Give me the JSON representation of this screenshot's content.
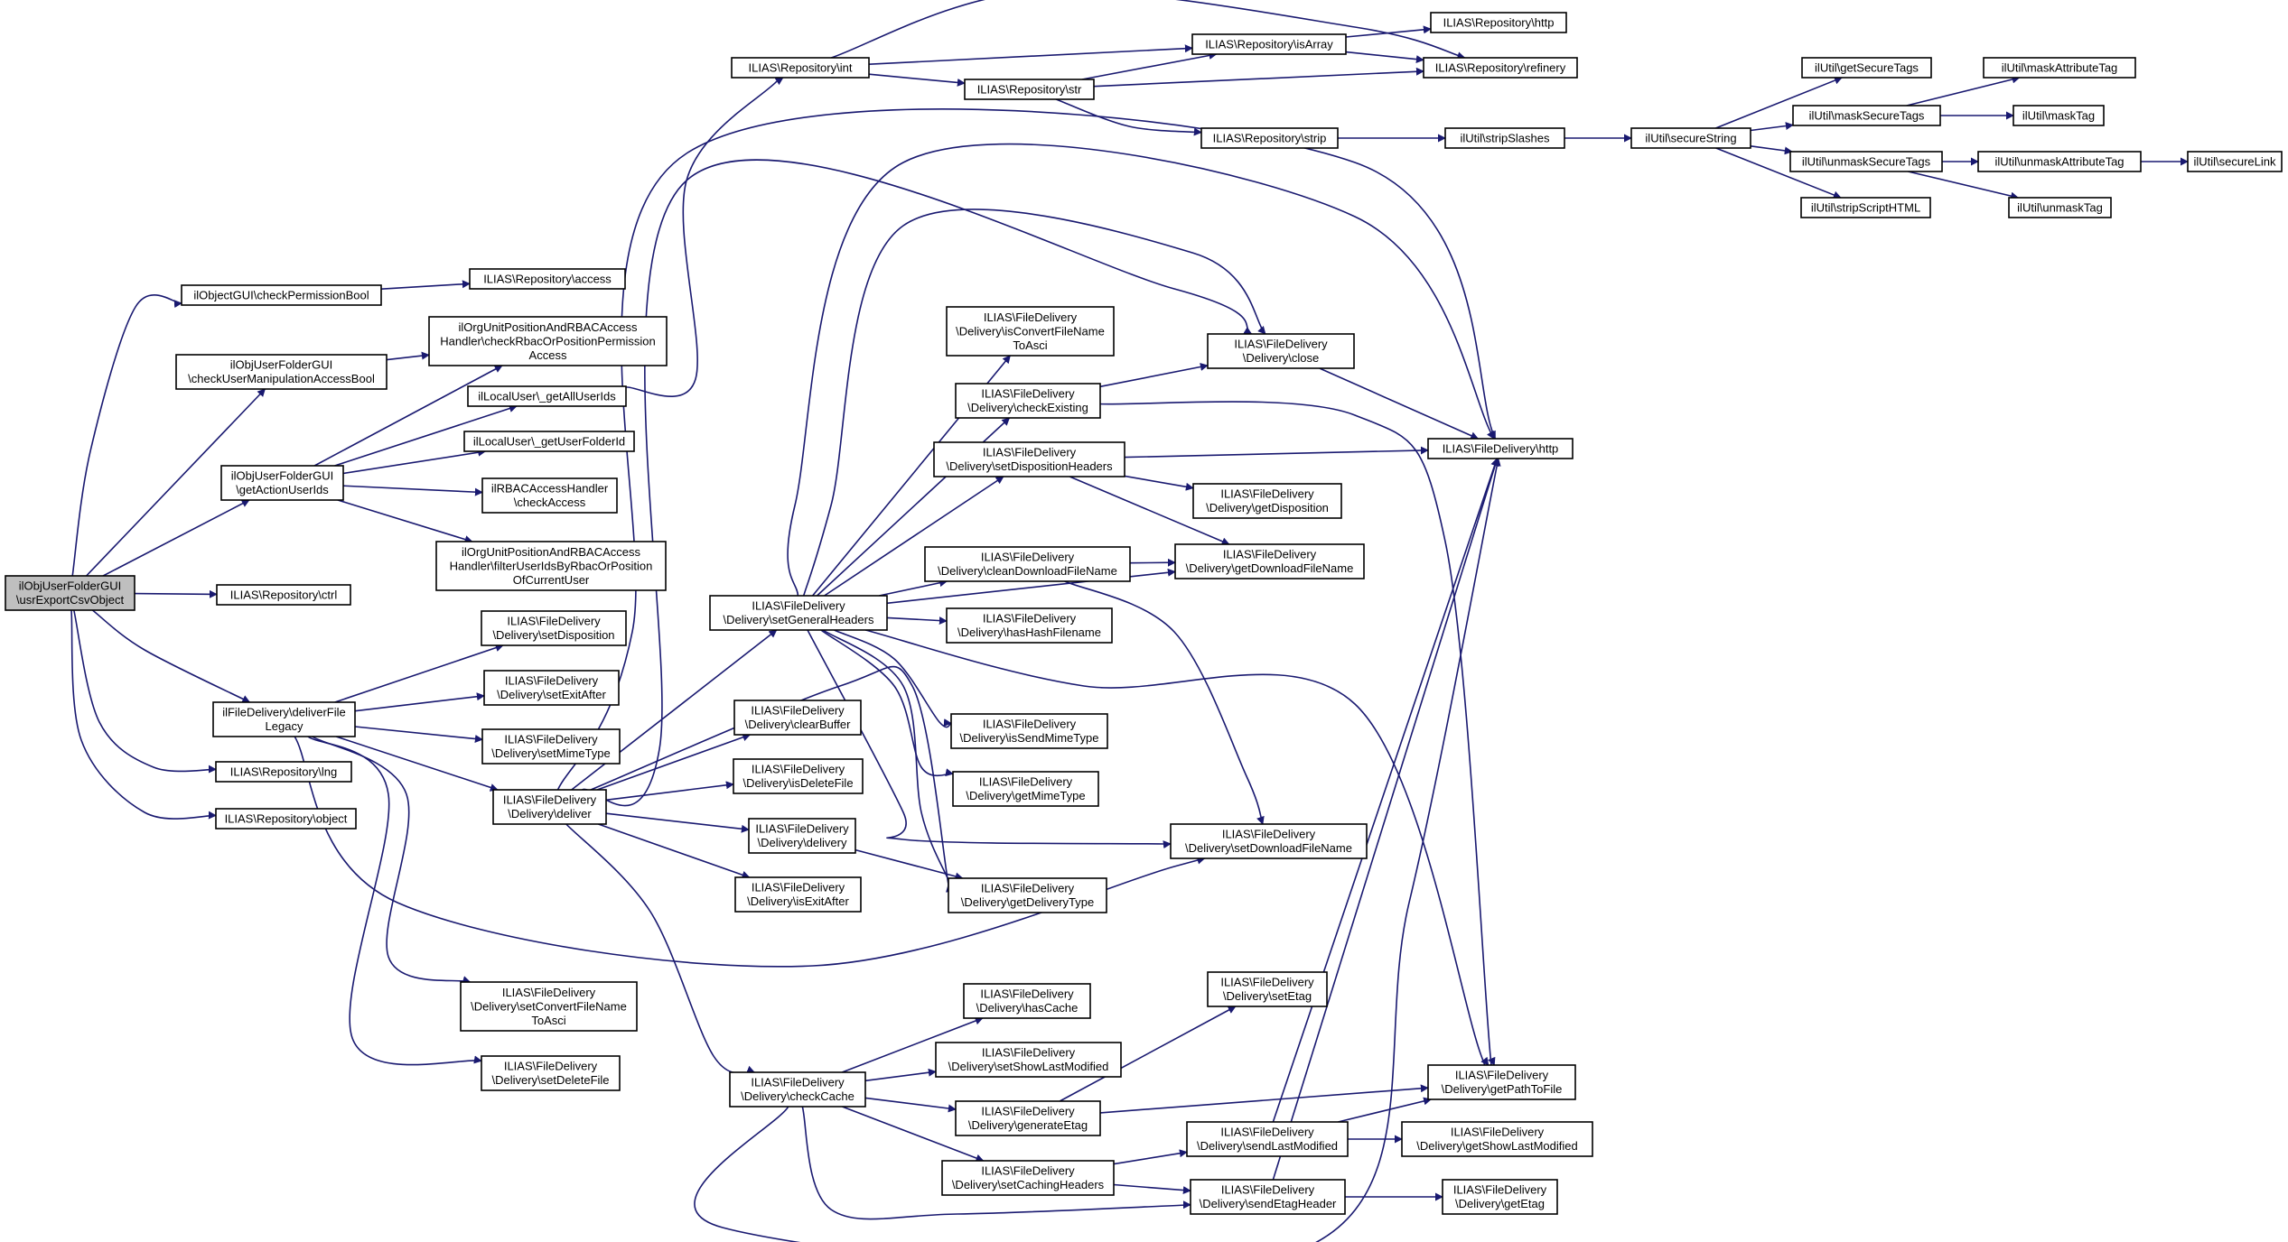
{
  "graph": {
    "colors": {
      "edge": "#191970",
      "node_fill": "#ffffff",
      "root_fill": "#bfbfbf",
      "border": "#000000"
    },
    "nodes": [
      {
        "id": "root",
        "lines": [
          "ilObjUserFolderGUI",
          "\\usrExportCsvObject"
        ],
        "root": true
      },
      {
        "id": "checkPermissionBool",
        "lines": [
          "ilObjectGUI\\checkPermissionBool"
        ]
      },
      {
        "id": "checkUserManipulation",
        "lines": [
          "ilObjUserFolderGUI",
          "\\checkUserManipulationAccessBool"
        ]
      },
      {
        "id": "getActionUserIds",
        "lines": [
          "ilObjUserFolderGUI",
          "\\getActionUserIds"
        ]
      },
      {
        "id": "repoCtrl",
        "lines": [
          "ILIAS\\Repository\\ctrl"
        ]
      },
      {
        "id": "deliverFileLegacy",
        "lines": [
          "ilFileDelivery\\deliverFile",
          "Legacy"
        ]
      },
      {
        "id": "repoLng",
        "lines": [
          "ILIAS\\Repository\\lng"
        ]
      },
      {
        "id": "repoObject",
        "lines": [
          "ILIAS\\Repository\\object"
        ]
      },
      {
        "id": "repoAccess",
        "lines": [
          "ILIAS\\Repository\\access"
        ]
      },
      {
        "id": "checkRbacOrPos",
        "lines": [
          "ilOrgUnitPositionAndRBACAccess",
          "Handler\\checkRbacOrPositionPermission",
          "Access"
        ]
      },
      {
        "id": "getAllUserIds",
        "lines": [
          "ilLocalUser\\_getAllUserIds"
        ]
      },
      {
        "id": "getUserFolderId",
        "lines": [
          "ilLocalUser\\_getUserFolderId"
        ]
      },
      {
        "id": "rbacCheckAccess",
        "lines": [
          "ilRBACAccessHandler",
          "\\checkAccess"
        ]
      },
      {
        "id": "filterUserIds",
        "lines": [
          "ilOrgUnitPositionAndRBACAccess",
          "Handler\\filterUserIdsByRbacOrPosition",
          "OfCurrentUser"
        ]
      },
      {
        "id": "setDisposition",
        "lines": [
          "ILIAS\\FileDelivery",
          "\\Delivery\\setDisposition"
        ]
      },
      {
        "id": "setExitAfter",
        "lines": [
          "ILIAS\\FileDelivery",
          "\\Delivery\\setExitAfter"
        ]
      },
      {
        "id": "setMimeType",
        "lines": [
          "ILIAS\\FileDelivery",
          "\\Delivery\\setMimeType"
        ]
      },
      {
        "id": "deliver",
        "lines": [
          "ILIAS\\FileDelivery",
          "\\Delivery\\deliver"
        ]
      },
      {
        "id": "setConvertFileName",
        "lines": [
          "ILIAS\\FileDelivery",
          "\\Delivery\\setConvertFileName",
          "ToAsci"
        ]
      },
      {
        "id": "setDeleteFile",
        "lines": [
          "ILIAS\\FileDelivery",
          "\\Delivery\\setDeleteFile"
        ]
      },
      {
        "id": "repoInt",
        "lines": [
          "ILIAS\\Repository\\int"
        ]
      },
      {
        "id": "setGeneralHeaders",
        "lines": [
          "ILIAS\\FileDelivery",
          "\\Delivery\\setGeneralHeaders"
        ]
      },
      {
        "id": "clearBuffer",
        "lines": [
          "ILIAS\\FileDelivery",
          "\\Delivery\\clearBuffer"
        ]
      },
      {
        "id": "isDeleteFile",
        "lines": [
          "ILIAS\\FileDelivery",
          "\\Delivery\\isDeleteFile"
        ]
      },
      {
        "id": "delivery",
        "lines": [
          "ILIAS\\FileDelivery",
          "\\Delivery\\delivery"
        ]
      },
      {
        "id": "isExitAfter",
        "lines": [
          "ILIAS\\FileDelivery",
          "\\Delivery\\isExitAfter"
        ]
      },
      {
        "id": "checkCache",
        "lines": [
          "ILIAS\\FileDelivery",
          "\\Delivery\\checkCache"
        ]
      },
      {
        "id": "repoStr",
        "lines": [
          "ILIAS\\Repository\\str"
        ]
      },
      {
        "id": "isConvertFileName",
        "lines": [
          "ILIAS\\FileDelivery",
          "\\Delivery\\isConvertFileName",
          "ToAsci"
        ]
      },
      {
        "id": "checkExisting",
        "lines": [
          "ILIAS\\FileDelivery",
          "\\Delivery\\checkExisting"
        ]
      },
      {
        "id": "setDispositionHeaders",
        "lines": [
          "ILIAS\\FileDelivery",
          "\\Delivery\\setDispositionHeaders"
        ]
      },
      {
        "id": "cleanDownloadFileName",
        "lines": [
          "ILIAS\\FileDelivery",
          "\\Delivery\\cleanDownloadFileName"
        ]
      },
      {
        "id": "hasHashFilename",
        "lines": [
          "ILIAS\\FileDelivery",
          "\\Delivery\\hasHashFilename"
        ]
      },
      {
        "id": "isSendMimeType",
        "lines": [
          "ILIAS\\FileDelivery",
          "\\Delivery\\isSendMimeType"
        ]
      },
      {
        "id": "getMimeType",
        "lines": [
          "ILIAS\\FileDelivery",
          "\\Delivery\\getMimeType"
        ]
      },
      {
        "id": "getDeliveryType",
        "lines": [
          "ILIAS\\FileDelivery",
          "\\Delivery\\getDeliveryType"
        ]
      },
      {
        "id": "hasCache",
        "lines": [
          "ILIAS\\FileDelivery",
          "\\Delivery\\hasCache"
        ]
      },
      {
        "id": "setShowLastModified",
        "lines": [
          "ILIAS\\FileDelivery",
          "\\Delivery\\setShowLastModified"
        ]
      },
      {
        "id": "generateEtag",
        "lines": [
          "ILIAS\\FileDelivery",
          "\\Delivery\\generateEtag"
        ]
      },
      {
        "id": "setCachingHeaders",
        "lines": [
          "ILIAS\\FileDelivery",
          "\\Delivery\\setCachingHeaders"
        ]
      },
      {
        "id": "repoIsArray",
        "lines": [
          "ILIAS\\Repository\\isArray"
        ]
      },
      {
        "id": "repoStrip",
        "lines": [
          "ILIAS\\Repository\\strip"
        ]
      },
      {
        "id": "close",
        "lines": [
          "ILIAS\\FileDelivery",
          "\\Delivery\\close"
        ]
      },
      {
        "id": "getDisposition",
        "lines": [
          "ILIAS\\FileDelivery",
          "\\Delivery\\getDisposition"
        ]
      },
      {
        "id": "getDownloadFileName",
        "lines": [
          "ILIAS\\FileDelivery",
          "\\Delivery\\getDownloadFileName"
        ]
      },
      {
        "id": "setDownloadFileName",
        "lines": [
          "ILIAS\\FileDelivery",
          "\\Delivery\\setDownloadFileName"
        ]
      },
      {
        "id": "setEtag",
        "lines": [
          "ILIAS\\FileDelivery",
          "\\Delivery\\setEtag"
        ]
      },
      {
        "id": "sendLastModified",
        "lines": [
          "ILIAS\\FileDelivery",
          "\\Delivery\\sendLastModified"
        ]
      },
      {
        "id": "sendEtagHeader",
        "lines": [
          "ILIAS\\FileDelivery",
          "\\Delivery\\sendEtagHeader"
        ]
      },
      {
        "id": "repoHttp",
        "lines": [
          "ILIAS\\Repository\\http"
        ]
      },
      {
        "id": "repoRefinery",
        "lines": [
          "ILIAS\\Repository\\refinery"
        ]
      },
      {
        "id": "stripSlashes",
        "lines": [
          "ilUtil\\stripSlashes"
        ]
      },
      {
        "id": "fdHttp",
        "lines": [
          "ILIAS\\FileDelivery\\http"
        ]
      },
      {
        "id": "getPathToFile",
        "lines": [
          "ILIAS\\FileDelivery",
          "\\Delivery\\getPathToFile"
        ]
      },
      {
        "id": "getShowLastModified",
        "lines": [
          "ILIAS\\FileDelivery",
          "\\Delivery\\getShowLastModified"
        ]
      },
      {
        "id": "getEtag",
        "lines": [
          "ILIAS\\FileDelivery",
          "\\Delivery\\getEtag"
        ]
      },
      {
        "id": "secureString",
        "lines": [
          "ilUtil\\secureString"
        ]
      },
      {
        "id": "getSecureTags",
        "lines": [
          "ilUtil\\getSecureTags"
        ]
      },
      {
        "id": "maskSecureTags",
        "lines": [
          "ilUtil\\maskSecureTags"
        ]
      },
      {
        "id": "unmaskSecureTags",
        "lines": [
          "ilUtil\\unmaskSecureTags"
        ]
      },
      {
        "id": "stripScriptHTML",
        "lines": [
          "ilUtil\\stripScriptHTML"
        ]
      },
      {
        "id": "maskAttributeTag",
        "lines": [
          "ilUtil\\maskAttributeTag"
        ]
      },
      {
        "id": "maskTag",
        "lines": [
          "ilUtil\\maskTag"
        ]
      },
      {
        "id": "unmaskAttributeTag",
        "lines": [
          "ilUtil\\unmaskAttributeTag"
        ]
      },
      {
        "id": "unmaskTag",
        "lines": [
          "ilUtil\\unmaskTag"
        ]
      },
      {
        "id": "secureLink",
        "lines": [
          "ilUtil\\secureLink"
        ]
      }
    ],
    "edges": [
      [
        "root",
        "checkPermissionBool"
      ],
      [
        "root",
        "checkUserManipulation"
      ],
      [
        "root",
        "getActionUserIds"
      ],
      [
        "root",
        "repoCtrl"
      ],
      [
        "root",
        "deliverFileLegacy"
      ],
      [
        "root",
        "repoLng"
      ],
      [
        "root",
        "repoObject"
      ],
      [
        "checkPermissionBool",
        "repoAccess"
      ],
      [
        "checkUserManipulation",
        "checkRbacOrPos"
      ],
      [
        "getActionUserIds",
        "checkRbacOrPos"
      ],
      [
        "getActionUserIds",
        "getAllUserIds"
      ],
      [
        "getActionUserIds",
        "getUserFolderId"
      ],
      [
        "getActionUserIds",
        "rbacCheckAccess"
      ],
      [
        "getActionUserIds",
        "filterUserIds"
      ],
      [
        "getAllUserIds",
        "repoInt"
      ],
      [
        "deliverFileLegacy",
        "setDisposition"
      ],
      [
        "deliverFileLegacy",
        "setExitAfter"
      ],
      [
        "deliverFileLegacy",
        "setMimeType"
      ],
      [
        "deliverFileLegacy",
        "deliver"
      ],
      [
        "deliverFileLegacy",
        "setConvertFileName"
      ],
      [
        "deliverFileLegacy",
        "setDeleteFile"
      ],
      [
        "deliverFileLegacy",
        "setDownloadFileName"
      ],
      [
        "deliver",
        "setGeneralHeaders"
      ],
      [
        "deliver",
        "clearBuffer"
      ],
      [
        "deliver",
        "isDeleteFile"
      ],
      [
        "deliver",
        "delivery"
      ],
      [
        "deliver",
        "isExitAfter"
      ],
      [
        "deliver",
        "checkCache"
      ],
      [
        "deliver",
        "close"
      ],
      [
        "deliver",
        "fdHttp"
      ],
      [
        "deliver",
        "getDeliveryType"
      ],
      [
        "repoInt",
        "repoIsArray"
      ],
      [
        "repoInt",
        "repoStr"
      ],
      [
        "repoInt",
        "repoRefinery"
      ],
      [
        "repoStr",
        "repoIsArray"
      ],
      [
        "repoStr",
        "repoRefinery"
      ],
      [
        "repoStr",
        "repoStrip"
      ],
      [
        "repoIsArray",
        "repoHttp"
      ],
      [
        "repoIsArray",
        "repoRefinery"
      ],
      [
        "repoStrip",
        "stripSlashes"
      ],
      [
        "stripSlashes",
        "secureString"
      ],
      [
        "secureString",
        "getSecureTags"
      ],
      [
        "secureString",
        "maskSecureTags"
      ],
      [
        "secureString",
        "unmaskSecureTags"
      ],
      [
        "secureString",
        "stripScriptHTML"
      ],
      [
        "maskSecureTags",
        "maskAttributeTag"
      ],
      [
        "maskSecureTags",
        "maskTag"
      ],
      [
        "unmaskSecureTags",
        "unmaskAttributeTag"
      ],
      [
        "unmaskSecureTags",
        "unmaskTag"
      ],
      [
        "unmaskAttributeTag",
        "secureLink"
      ],
      [
        "setGeneralHeaders",
        "isConvertFileName"
      ],
      [
        "setGeneralHeaders",
        "checkExisting"
      ],
      [
        "setGeneralHeaders",
        "setDispositionHeaders"
      ],
      [
        "setGeneralHeaders",
        "cleanDownloadFileName"
      ],
      [
        "setGeneralHeaders",
        "hasHashFilename"
      ],
      [
        "setGeneralHeaders",
        "isSendMimeType"
      ],
      [
        "setGeneralHeaders",
        "getMimeType"
      ],
      [
        "setGeneralHeaders",
        "getDeliveryType"
      ],
      [
        "setGeneralHeaders",
        "setDownloadFileName"
      ],
      [
        "setGeneralHeaders",
        "fdHttp"
      ],
      [
        "setGeneralHeaders",
        "getPathToFile"
      ],
      [
        "setGeneralHeaders",
        "getDownloadFileName"
      ],
      [
        "setGeneralHeaders",
        "close"
      ],
      [
        "checkExisting",
        "close"
      ],
      [
        "checkExisting",
        "getPathToFile"
      ],
      [
        "setDispositionHeaders",
        "fdHttp"
      ],
      [
        "setDispositionHeaders",
        "getDisposition"
      ],
      [
        "setDispositionHeaders",
        "getDownloadFileName"
      ],
      [
        "cleanDownloadFileName",
        "getDownloadFileName"
      ],
      [
        "cleanDownloadFileName",
        "setDownloadFileName"
      ],
      [
        "close",
        "fdHttp"
      ],
      [
        "delivery",
        "getDeliveryType"
      ],
      [
        "checkCache",
        "hasCache"
      ],
      [
        "checkCache",
        "setShowLastModified"
      ],
      [
        "checkCache",
        "generateEtag"
      ],
      [
        "checkCache",
        "setCachingHeaders"
      ],
      [
        "checkCache",
        "sendEtagHeader"
      ],
      [
        "checkCache",
        "fdHttp"
      ],
      [
        "generateEtag",
        "setEtag"
      ],
      [
        "generateEtag",
        "getPathToFile"
      ],
      [
        "setCachingHeaders",
        "sendLastModified"
      ],
      [
        "setCachingHeaders",
        "sendEtagHeader"
      ],
      [
        "sendLastModified",
        "fdHttp"
      ],
      [
        "sendLastModified",
        "getPathToFile"
      ],
      [
        "sendLastModified",
        "getShowLastModified"
      ],
      [
        "sendEtagHeader",
        "fdHttp"
      ],
      [
        "sendEtagHeader",
        "getEtag"
      ]
    ]
  }
}
